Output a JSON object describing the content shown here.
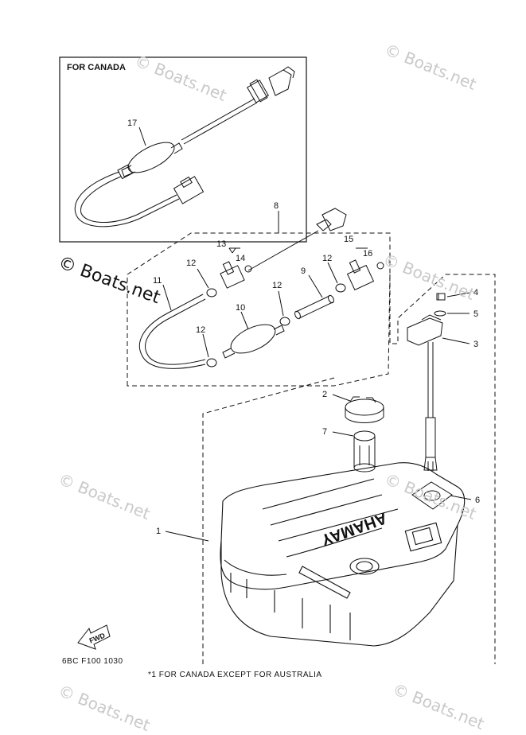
{
  "inset": {
    "title": "FOR CANADA"
  },
  "callouts": {
    "c1": "1",
    "c2": "2",
    "c3": "3",
    "c4": "4",
    "c5": "5",
    "c6": "6",
    "c7": "7",
    "c8": "8",
    "c9": "9",
    "c10": "10",
    "c11": "11",
    "c12a": "12",
    "c12b": "12",
    "c12c": "12",
    "c12d": "12",
    "c13": "13",
    "c14": "14",
    "c15": "15",
    "c16": "16",
    "c17": "17"
  },
  "tank_logo": "YAMAHA",
  "fwd_label": "FWD",
  "diagram_code": "6BC F100 1030",
  "footnote": "*1 FOR CANADA EXCEPT FOR AUSTRALIA",
  "watermark": "© Boats.net",
  "colors": {
    "ink": "#111111",
    "watermark": "#c9c9c9",
    "background": "#ffffff"
  }
}
